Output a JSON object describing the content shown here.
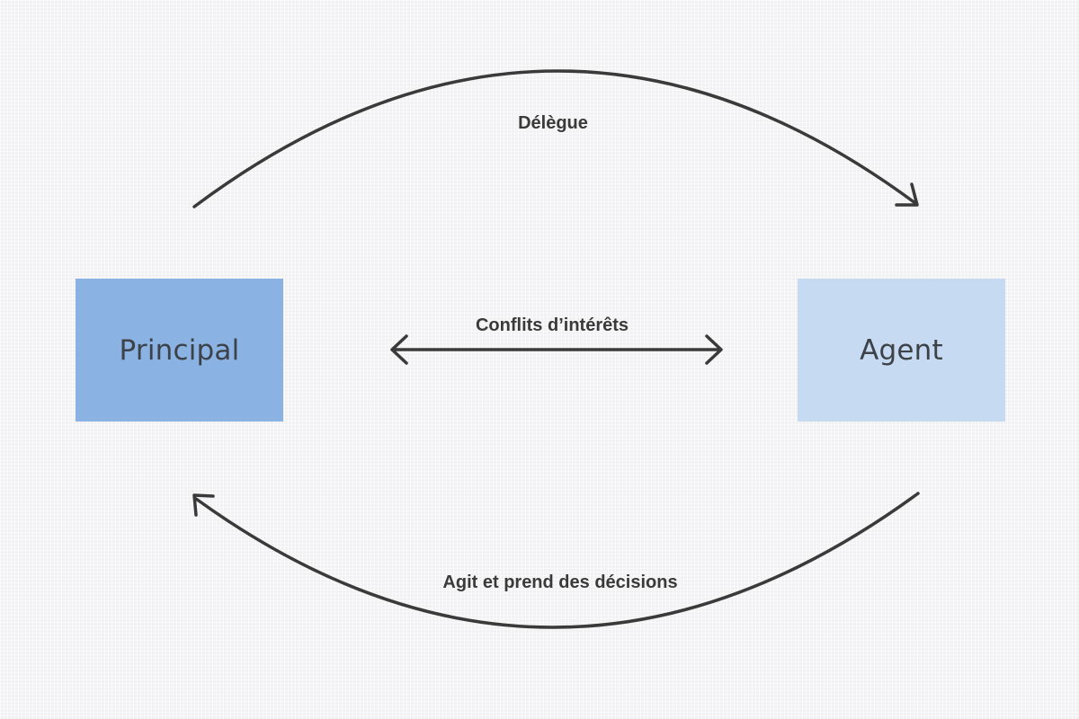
{
  "nodes": {
    "principal": {
      "label": "Principal",
      "fill": "#8ab3e4"
    },
    "agent": {
      "label": "Agent",
      "fill": "#c6daf2"
    }
  },
  "edges": {
    "delegue": {
      "label": "Délègue",
      "from": "Principal",
      "to": "Agent"
    },
    "conflits": {
      "label": "Conflits d’intérêts",
      "bidirectional": true
    },
    "agit": {
      "label": "Agit et prend des décisions",
      "from": "Agent",
      "to": "Principal"
    }
  },
  "colors": {
    "arrow": "#3a3a3a",
    "text": "#3d4148"
  }
}
